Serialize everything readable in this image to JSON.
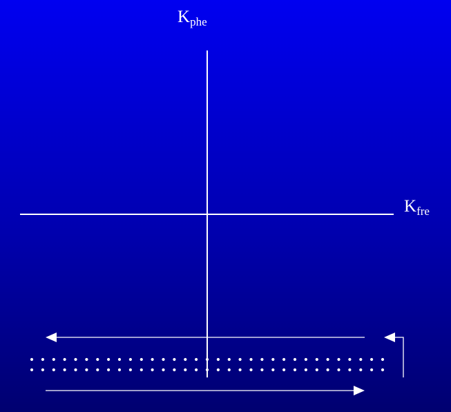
{
  "colors": {
    "background_top": "#0000f0",
    "background_bottom": "#000070",
    "foreground": "#ffffff"
  },
  "axes": {
    "vertical": {
      "main": "K",
      "sub": "phe"
    },
    "horizontal": {
      "main": "K",
      "sub": "fre"
    }
  },
  "dotted_band": {
    "rows": 2,
    "dots_per_row": 33
  },
  "arrows": {
    "upper": {
      "direction": "left"
    },
    "lower": {
      "direction": "right"
    },
    "return": {
      "direction": "left"
    }
  }
}
